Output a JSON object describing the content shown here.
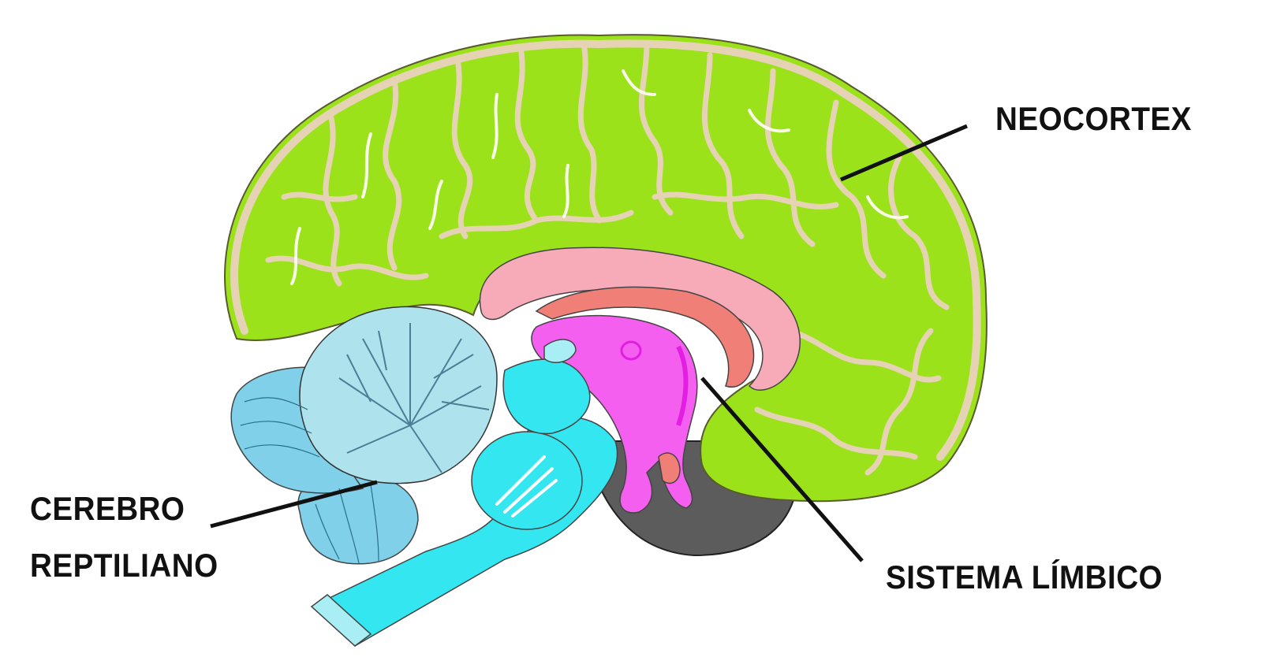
{
  "diagram": {
    "subject": "Brain sagittal section - triune brain model",
    "labels": {
      "neocortex": "NEOCORTEX",
      "reptilian_line1": "CEREBRO",
      "reptilian_line2": "REPTILIANO",
      "limbic": "SISTEMA LÍMBICO"
    },
    "regions": [
      {
        "id": "neocortex",
        "label": "NEOCORTEX",
        "color": "#9be21a",
        "sulci_color": "#e6d3b5"
      },
      {
        "id": "limbic-system",
        "label": "SISTEMA LÍMBICO",
        "color": "#f55ff0",
        "secondary_colors": [
          "#f7aab8",
          "#f07f78"
        ]
      },
      {
        "id": "reptilian-brain",
        "label": "CEREBRO REPTILIANO",
        "color": "#7fd0e8",
        "secondary_colors": [
          "#33e6f0",
          "#a8eef4"
        ]
      }
    ],
    "colors": {
      "background": "#ffffff",
      "text": "#111111",
      "leader_line": "#111111",
      "shadow": "#5a5a5a"
    }
  }
}
